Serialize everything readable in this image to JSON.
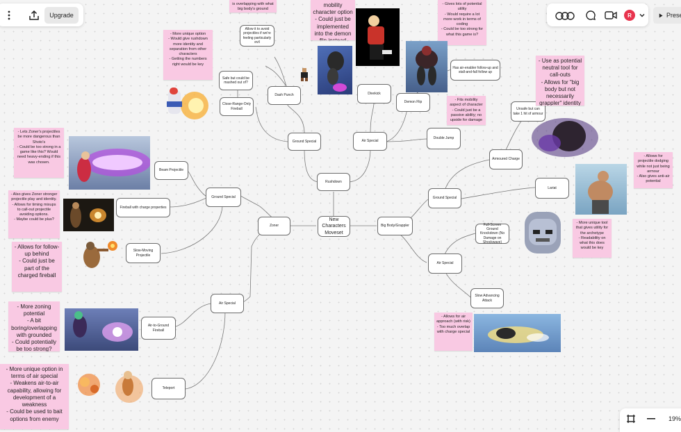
{
  "toolbar": {
    "upgrade_label": "Upgrade",
    "present_label": "Present",
    "avatar_initial": "R",
    "zoom_level": "19%",
    "accent_color": "#e8344e"
  },
  "nodes": {
    "center": "New Characters Moveset",
    "rushdown": "Rushdown",
    "zoner": "Zoner",
    "big_body": "Big Body/Grappler",
    "rd_ground_special": "Ground Special",
    "rd_air_special": "Air Special",
    "dash_punch": "Dash Punch",
    "close_range_fireball": "Close-Range-Only Fireball",
    "safe_mashed": "Safe but could be mashed out of?",
    "allow_avoid": "Allow it to avoid projectiles if we're feeling particularly evil",
    "divekick": "Divekick",
    "demon_flip": "Demon Flip",
    "double_jump": "Double Jump",
    "air_enabler": "Has air-enabler follow-up and stall-and-fall follow up",
    "z_ground_special": "Ground Special",
    "beam_projectile": "Beam Projectile",
    "fireball_charge": "Fireball with charge properties",
    "slow_projectile": "Slow-Moving Projectile",
    "z_air_special": "Air Special",
    "air_to_ground": "Air-to-Ground Fireball",
    "teleport": "Teleport",
    "bb_ground_special": "Ground Special",
    "armoured_charge": "Armoured Charge",
    "unsafe_armour": "Unsafe but can take 1 hit of armour",
    "lariat": "Lariat",
    "bb_air_special": "Air Special",
    "full_screen_knockdown": "Full-Screen Ground Knockdown (No Damage on Shockwave)",
    "slow_air_attack": "Slow Advancing Attack"
  },
  "stickies": {
    "top_cut": "is overlapping with what big body's ground special is",
    "mobility": "mobility character option\n- Could just be implemented into the demon flip instead",
    "gives_lots": "- Gives lots of potential utility\n- Would require a lot more work in terms of coding\n- Could be too strong for what this game is?",
    "unique_rushdown": "- More unique option\n- Would give rushdown more identity and separation from other characters\n- Getting the numbers right would be key",
    "neutral_tool": "- Use as potential neutral tool for call-outs\n- Allows for \"big body but not necessarily grappler\" identity",
    "fits_mobility": "- Fits mobility aspect of character\n- Could just be a passive ability; no upside for damage",
    "zoner_projectiles": "- Lets Zoner's projectiles be more dangerous than Shoto's\n- Could be too strong in a game like this? Would need heavy-ending if this was chosen.",
    "zoner_stronger": "- Also gives Zoner stronger projectile play and identity.\n- Allows for timing mixups to call-out projectile avoiding options.\n- Maybe could be plus?",
    "follow_up": "- Allows for follow-up behind\n- Could just be part of the charged fireball",
    "projectile_dodging": "- Allows for projectile dodging while not just being armour\n- Also gives anti-air potential",
    "unique_tool": "- More unique tool that gives utility for the archetype\n- Readability on what this does would be key",
    "zoning_potential": "- More zoning potential\n- A bit boring/overlapping with grounded\n- Could potentially be too strong?",
    "air_approach": "- Allows for air approach (with risk)\n- Too much overlap with charge special",
    "unique_air": "- More unique option in terms of air special\n- Weakens air-to-air capability, allowing for development of a weakness\n- Could be used to bait options from enemy"
  },
  "icons": [
    "more-vertical-icon",
    "share-icon",
    "reactions-icon",
    "chat-icon",
    "video-icon",
    "chevron-down-icon",
    "play-icon",
    "fit-screen-icon",
    "zoom-out-icon"
  ]
}
